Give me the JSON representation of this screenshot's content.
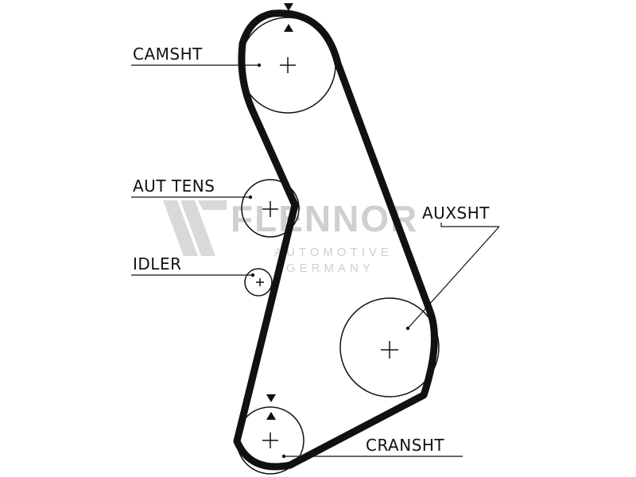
{
  "labels": {
    "camshaft": "CAMSHT",
    "auto_tensioner": "AUT TENS",
    "idler": "IDLER",
    "aux_shaft": "AUXSHT",
    "crankshaft": "CRANSHT"
  },
  "watermark": {
    "brand": "FLENNOR",
    "line1": "AUTOMOTIVE",
    "line2": "GERMANY"
  },
  "colors": {
    "belt": "#111111",
    "watermark": "#cfcfcf"
  }
}
